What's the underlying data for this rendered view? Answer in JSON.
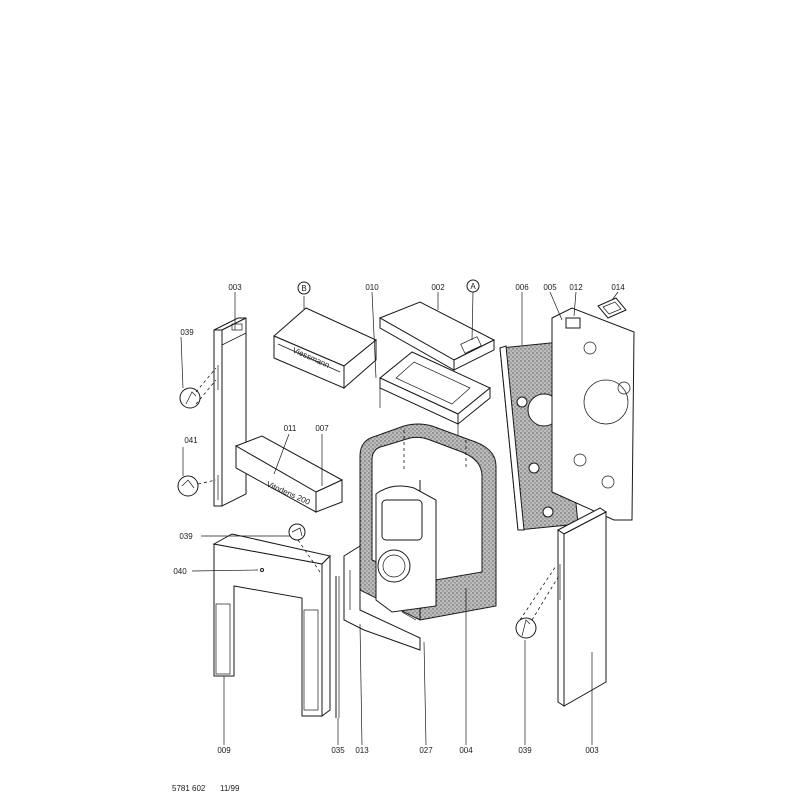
{
  "parts": [
    {
      "id": "p039a",
      "label": "039"
    },
    {
      "id": "p003a",
      "label": "003"
    },
    {
      "id": "p041",
      "label": "041"
    },
    {
      "id": "p011",
      "label": "011"
    },
    {
      "id": "p007",
      "label": "007"
    },
    {
      "id": "p010",
      "label": "010"
    },
    {
      "id": "p002",
      "label": "002"
    },
    {
      "id": "p006",
      "label": "006"
    },
    {
      "id": "p005",
      "label": "005"
    },
    {
      "id": "p012",
      "label": "012"
    },
    {
      "id": "p014",
      "label": "014"
    },
    {
      "id": "p039b",
      "label": "039"
    },
    {
      "id": "p040",
      "label": "040"
    },
    {
      "id": "p009",
      "label": "009"
    },
    {
      "id": "p035",
      "label": "035"
    },
    {
      "id": "p013",
      "label": "013"
    },
    {
      "id": "p027",
      "label": "027"
    },
    {
      "id": "p004",
      "label": "004"
    },
    {
      "id": "p039c",
      "label": "039"
    },
    {
      "id": "p003b",
      "label": "003"
    }
  ],
  "callouts": {
    "b": "B",
    "a": "A"
  },
  "footer": {
    "doc_number": "5781 602",
    "date": "11/99"
  },
  "brand_marks": {
    "control_box": "Viessmann",
    "front_panel": "Vitodens 200"
  }
}
